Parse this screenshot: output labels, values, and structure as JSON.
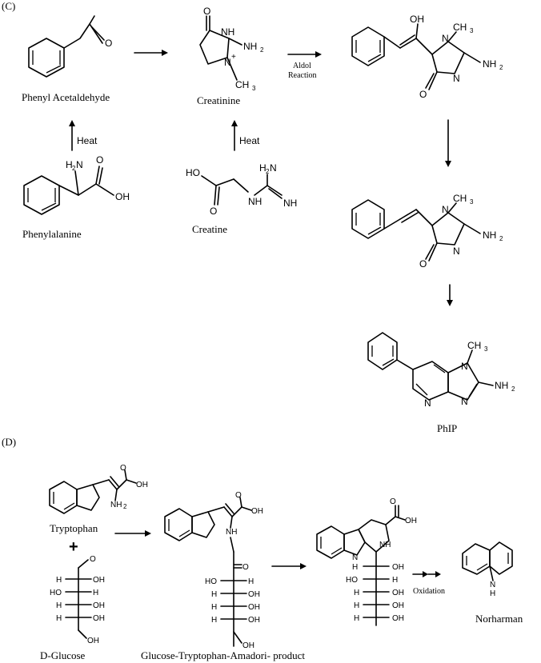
{
  "sections": {
    "c": "(C)",
    "d": "(D)"
  },
  "labels": {
    "phenyl_acetaldehyde": "Phenyl Acetaldehyde",
    "creatinine": "Creatinine",
    "phenylalanine": "Phenylalanine",
    "creatine": "Creatine",
    "phip": "PhIP",
    "tryptophan": "Tryptophan",
    "d_glucose": "D-Glucose",
    "amadori": "Glucose-Tryptophan-Amadori- product",
    "norharman": "Norharman"
  },
  "arrow_labels": {
    "heat_left": "Heat",
    "heat_right": "Heat",
    "aldol_1": "Aldol",
    "aldol_2": "Reaction",
    "oxidation": "Oxidation"
  },
  "symbols": {
    "plus": "+"
  },
  "atoms": {
    "o": "O",
    "oh": "OH",
    "ho": "HO",
    "nh": "NH",
    "nh2": "NH",
    "n": "N",
    "h": "H",
    "h2n": "H",
    "ch3": "CH",
    "plus_charge": "+",
    "h_n": "H",
    "n_h": "N"
  }
}
